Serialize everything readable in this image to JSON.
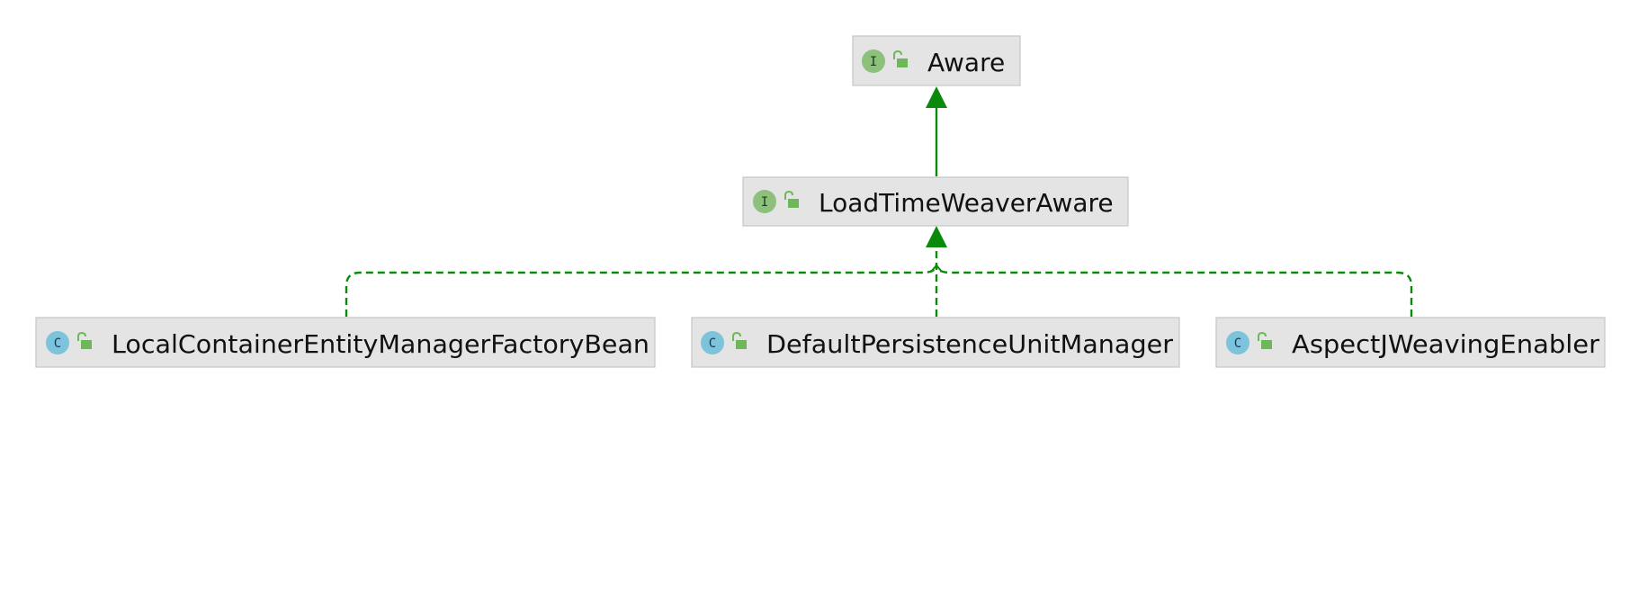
{
  "diagram": {
    "nodes": [
      {
        "id": "aware",
        "label": "Aware",
        "kind": "interface",
        "badge": "I",
        "visibility": "public"
      },
      {
        "id": "load-time-weaver-aware",
        "label": "LoadTimeWeaverAware",
        "kind": "interface",
        "badge": "I",
        "visibility": "public"
      },
      {
        "id": "local-container-entity-manager-factory-bean",
        "label": "LocalContainerEntityManagerFactoryBean",
        "kind": "class",
        "badge": "C",
        "visibility": "public"
      },
      {
        "id": "default-persistence-unit-manager",
        "label": "DefaultPersistenceUnitManager",
        "kind": "class",
        "badge": "C",
        "visibility": "public"
      },
      {
        "id": "aspectj-weaving-enabler",
        "label": "AspectJWeavingEnabler",
        "kind": "class",
        "badge": "C",
        "visibility": "public"
      }
    ],
    "edges": [
      {
        "from": "load-time-weaver-aware",
        "to": "aware",
        "type": "extends"
      },
      {
        "from": "local-container-entity-manager-factory-bean",
        "to": "load-time-weaver-aware",
        "type": "implements"
      },
      {
        "from": "default-persistence-unit-manager",
        "to": "load-time-weaver-aware",
        "type": "implements"
      },
      {
        "from": "aspectj-weaving-enabler",
        "to": "load-time-weaver-aware",
        "type": "implements"
      }
    ],
    "colors": {
      "edge": "#0a8a0a",
      "node_fill": "#e4e4e4",
      "node_border": "#c6c6c6",
      "interface_badge": "#8dc07a",
      "class_badge": "#7ec3dc",
      "lock": "#6fb85a"
    },
    "icons": {
      "interface_badge": "interface-badge-icon",
      "class_badge": "class-badge-icon",
      "visibility": "public-lock-icon"
    }
  }
}
